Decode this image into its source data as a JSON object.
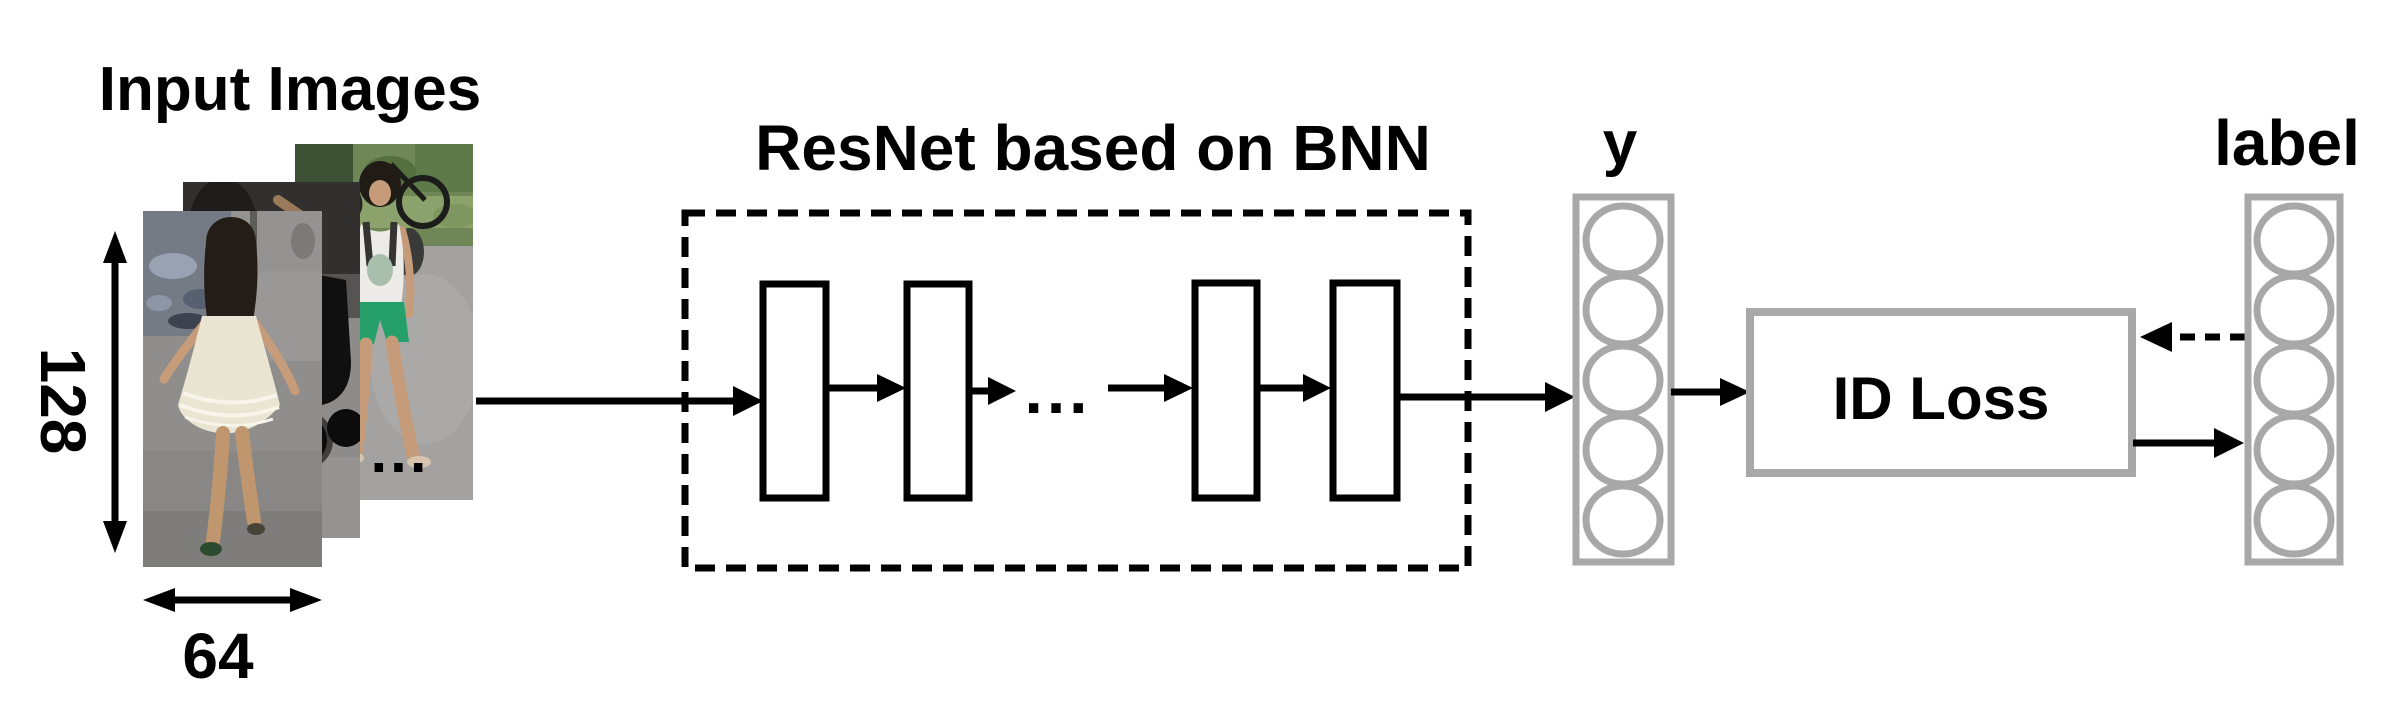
{
  "figure": {
    "input": {
      "title": "Input Images",
      "height_label": "128",
      "width_label": "64",
      "more_images_ellipsis": "...",
      "photos": {
        "front": "pedestrian-white-dress",
        "middle": "pedestrian-dark-scene-stroller",
        "back": "pedestrian-tank-top-green-shorts"
      }
    },
    "backbone": {
      "title": "ResNet based on BNN",
      "blocks": 4,
      "ellipsis": "..."
    },
    "output_vector": {
      "label": "y",
      "neurons": 5
    },
    "loss": {
      "label": "ID Loss"
    },
    "target_vector": {
      "label": "label",
      "neurons": 5
    },
    "colors": {
      "ink": "#000000",
      "outline_gray": "#a8a8a8",
      "background": "#ffffff"
    }
  }
}
